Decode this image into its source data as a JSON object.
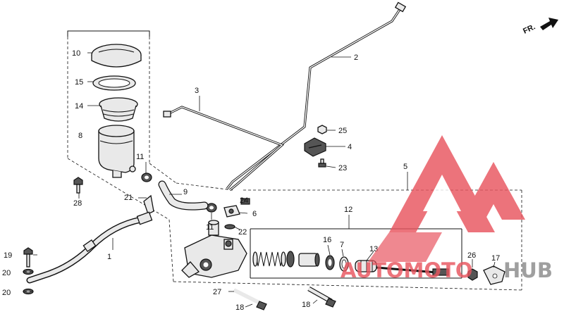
{
  "direction_marker": {
    "label": "FR."
  },
  "callouts": {
    "c1": "1",
    "c2": "2",
    "c3": "3",
    "c4": "4",
    "c5": "5",
    "c6": "6",
    "c7": "7",
    "c8": "8",
    "c9": "9",
    "c10": "10",
    "c11a": "11",
    "c11b": "11",
    "c12": "12",
    "c13": "13",
    "c14": "14",
    "c15": "15",
    "c16": "16",
    "c17": "17",
    "c18a": "18",
    "c18b": "18",
    "c19": "19",
    "c20a": "20",
    "c20b": "20",
    "c21": "21",
    "c22": "22",
    "c23": "23",
    "c24": "24",
    "c25": "25",
    "c26": "26",
    "c27": "27",
    "c28": "28"
  },
  "watermark": {
    "brand_red": "AUTOMOTO",
    "brand_gray": "HUB",
    "red_color": "#e8555f",
    "gray_color": "#8a8a8a"
  }
}
